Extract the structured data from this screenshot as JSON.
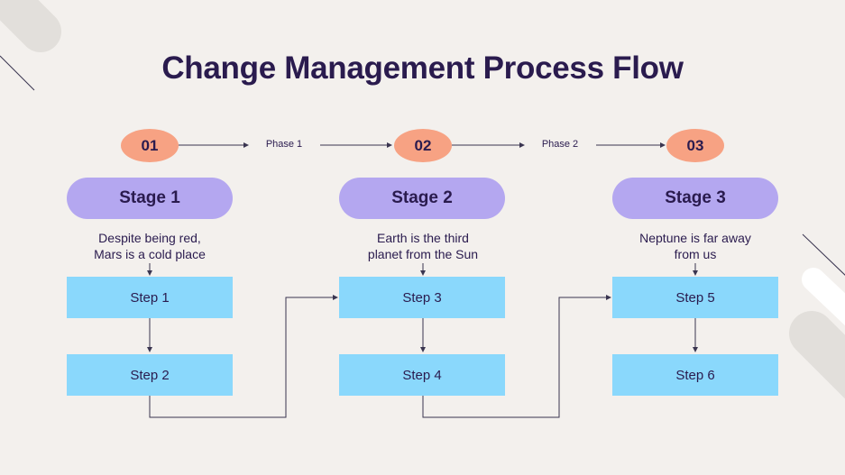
{
  "title": "Change Management Process Flow",
  "phases": [
    {
      "number": "01"
    },
    {
      "number": "02"
    },
    {
      "number": "03"
    }
  ],
  "phase_labels": [
    "Phase 1",
    "Phase 2"
  ],
  "stages": [
    {
      "label": "Stage 1",
      "description_line1": "Despite being red,",
      "description_line2": "Mars is a cold place",
      "steps": [
        "Step 1",
        "Step 2"
      ]
    },
    {
      "label": "Stage 2",
      "description_line1": "Earth is the third",
      "description_line2": "planet from the Sun",
      "steps": [
        "Step 3",
        "Step 4"
      ]
    },
    {
      "label": "Stage 3",
      "description_line1": "Neptune is far away",
      "description_line2": "from us",
      "steps": [
        "Step 5",
        "Step 6"
      ]
    }
  ],
  "colors": {
    "background": "#f3f0ed",
    "text": "#2a1b4e",
    "oval": "#f7a283",
    "stage": "#b4a7f0",
    "step": "#8ad8fc"
  }
}
